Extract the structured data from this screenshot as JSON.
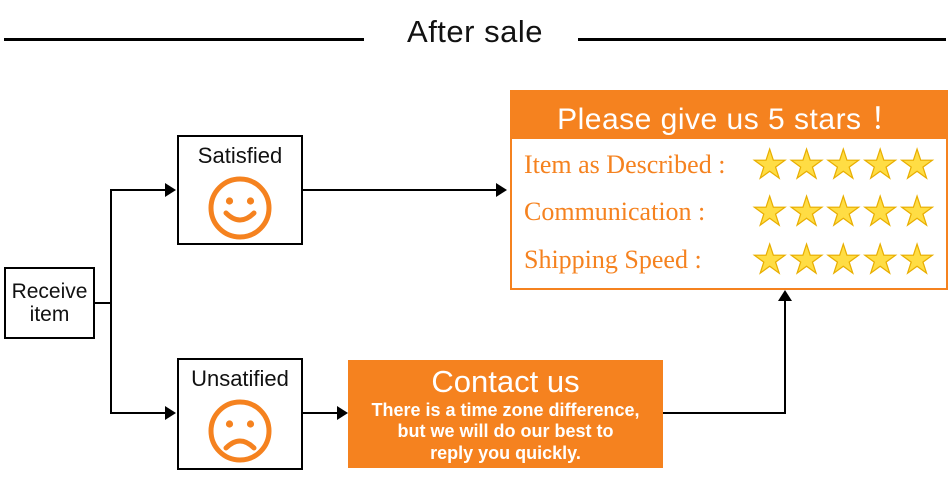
{
  "title": "After sale",
  "colors": {
    "orange": "#F5821F",
    "star_gold": "#FFDD44",
    "star_stroke": "#E8AE00"
  },
  "nodes": {
    "receive": {
      "label": "Receive item"
    },
    "satisfied": {
      "label": "Satisfied"
    },
    "unsatisfied": {
      "label": "Unsatified"
    }
  },
  "stars_panel": {
    "header": "Please give us 5 stars ！",
    "rows": [
      {
        "label": "Item as Described :",
        "stars": 5
      },
      {
        "label": "Communication :",
        "stars": 5
      },
      {
        "label": "Shipping Speed :",
        "stars": 5
      }
    ]
  },
  "contact": {
    "title": "Contact us",
    "line1": "There is a time zone difference,",
    "line2": "but we will do our best to",
    "line3": "reply you quickly."
  }
}
